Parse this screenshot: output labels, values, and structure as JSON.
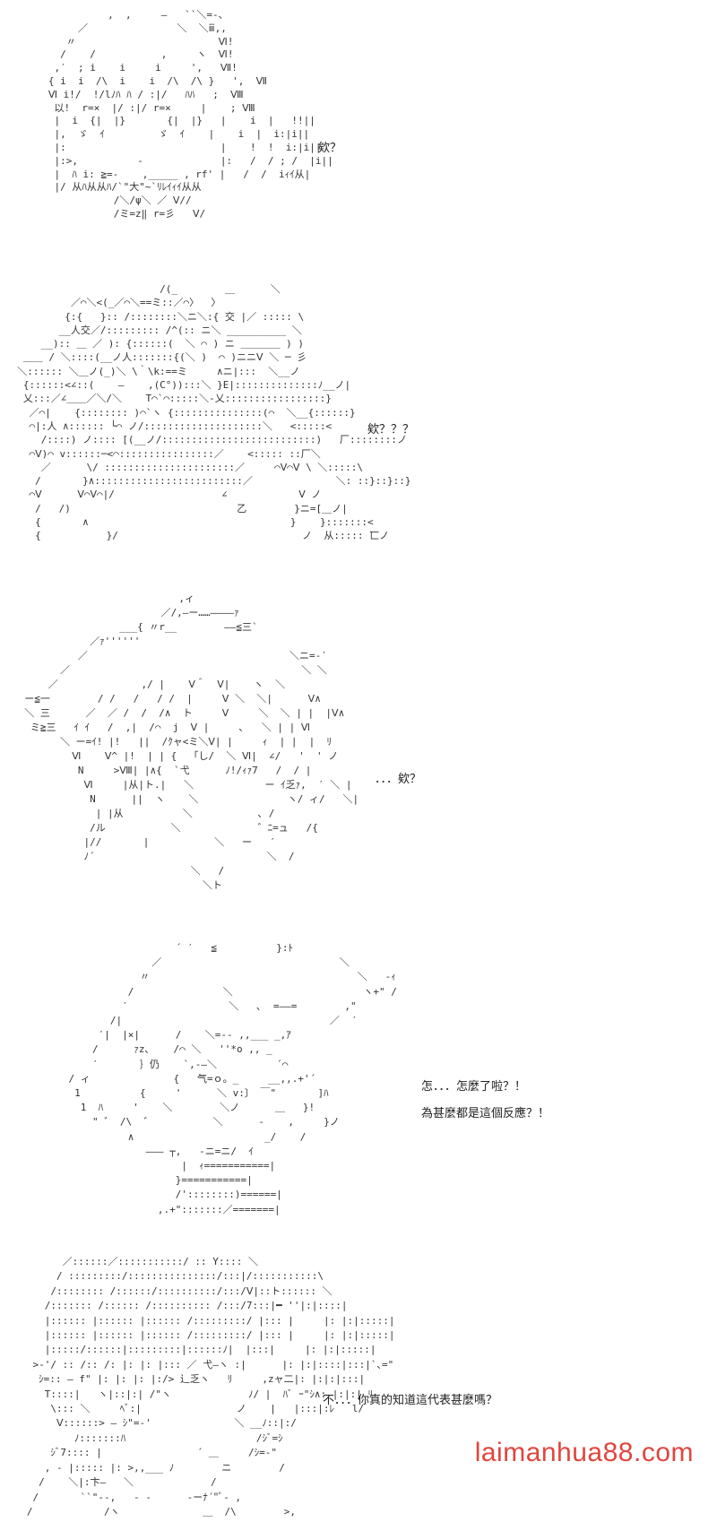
{
  "colors": {
    "watermark": "#e0463e",
    "text": "#222222",
    "background": "#ffffff"
  },
  "panels": [
    {
      "art": "             ,  ,     ―   ``＼=-、\n        ／               ＼  ＼ⅲ,,\n      〃                        Ⅵ!\n     /    /           ,     ヽ  Ⅵ!\n    ,′  ; i    i     i     ',   Ⅶ!\n   { i  i  /\\  i    i  /\\  /\\ }   ',  Ⅶ\n   Ⅵ i!/  !/lﾉﾊ ﾊ / :|/   ﾊﾊ   ;  Ⅷ\n    以!  r=×  |/ :|/ r=×     |    ; Ⅷ\n    |  i  {|  |}       {|  |}   |    i  |   !!||\n    |,  ゞ  ｲ         ゞ  ｲ    |    i  |  i:|i||\n    |:                          |    !  !  i:|i||\n    |:>,          -             |:   /  / ; /  |i||\n    |  ﾊ i: ≧=-    ,_____ , rf' |   /  /  iｨｲ从|\n    |/ 从ﾊ从从ﾊ/`\"大\"~`ﾘﾚｲｨｲ从从\n              /＼/ψ＼ ／ Ⅴ//\n              /ミ=z‖ r=彡   Ⅴ/",
      "text": [
        "欸？"
      ]
    },
    {
      "art": "                          /(_        ＿      ＼\n           ／⌒＼<(_／⌒＼==ミ::／⌒〉  〉\n          {:{   }:: /::::::::＼ニ＼:{ 交 |／ ::::: \\\n         __人交／/::::::::: /^(:: ニ＼ __________ ＼\n      __):: ＿ ／ ): {::::::(  ＼ ⌒ ) ニ ＿＿＿＿ ) )\n   ＿＿ / ＼::::(__ノ人:::::::{(＼ )  ⌒ )ニニⅤ ＼ ─ 彡\n  ＼:::::: ＼＿ノ(_)＼ \\｀\\k:==ミ     ∧ニ|:::  ＼__ノ\n   {::::::<∠::(    ―    ,(C°)):::＼ }E|::::::::::::::ﾉ__ノ|\n   乂:::／∠＿＿／＼/＼    T⌒`⌒:::::＼-乂:::::::::::::::::}\n    ／⌒|    {:::::::: )⌒`ヽ {:::::::::::::::(⌒  ＼__{::::::}\n    ⌒|:人 ∧:::::: └⌒ ノ/::::::::::::::::::::＼   <:::::<\n      /::::) ノ:::: [(__ノ/::::::::::::::::::::::::::)   厂::::::::ノ\n    ⌒Ⅴ)⌒ v::::::─<⌒::::::::::::::::／    <::::: ::厂＼\n      ／      \\/ ::::::::::::::::::::::／     ⌒Ⅴ⌒Ⅴ \\ ＼:::::\\\n     /       }∧:::::::::::::::::::::::::／              ＼: ::}::}::}\n    ⌒Ⅴ      Ⅴ⌒Ⅴ⌒|/                  ∠            Ⅴ ノ\n     /   /)                            乙        }ニ=[＿ノ|\n     {       ∧                                  }    }:::::::<\n     {           }/                               ノ  从::::: 匸ノ",
      "text": [
        "欸？？？"
      ]
    },
    {
      "art": "                            ,ィ\n                         ／/,―ー……――――ｧ\n                  ___{ 〃r__        ――≦三`\n             ／ｧ''''''\n           ／                                  ＼ニ=-′\n        ／                                       ＼ ＼\n      ／              ,/ |    Ⅴ＾  Ⅴ|    ヽ  ＼\n  ー≦一        / /   /   / /  |     Ⅴ ＼  ＼|      Ⅴ∧\n  ＼ 三      ／  ／ /  /  /∧  ト     Ⅴ     ＼  ＼ | |  |Ⅴ∧\n   ミ≧三   ｲ ｲ   /  ,|  /⌒  j  Ⅴ |     ､   ＼ | | Ⅵ\n        ＼ ー=ｲ! |!   ||  /ｸャ<ミ＼Ⅴ| |     ｨ  | |  |  ﾘ\n          Ⅵ    Ⅴ^ |!  | | {  「し/  ＼ Ⅵ|  ∠/   '  ' ノ\n           N     >Ⅷ| |∧{  `弋      ﾉ!/ｨｧ7   /  / |\n            Ⅵ     |从|ト.|   ＼            ー ｲ乏ｧ,  ′ ＼ |\n             N      ||  ヽ    ＼               ヽ/ ィ/   ＼|\n              | |从          ＼           ､ /\n             /ル           ＼             ゛ﾆ=ュ   /{\n            |//       |           ＼   ー   ′\n            ﾉ´                             ＼  /\n                              ＼   /\n                                ＼ト",
      "text": [
        "．．．欸？"
      ]
    },
    {
      "art": "                      ´ ′   ≦          }:ﾄ\n                  ／                              ＼\n                〃                                   ＼   -ｨ\n              /               ＼                      ヽ+\" /\n             ′                 ＼   ､  =――=        ,\"\n           /|                                   ／  ′\n         ′|  |×|      /    ＼=-- ,,___ _,ｱ\n        /      ｧz､    /⌒ ＼   ''*o ,, _\n        ′       ｝仍    `,-―＼          ´⌒\n    / ィ              {   气=ｏ。_     __,,.+'´\n     1          {     '      ＼ v:〕 ￣\"       ]ﾊ\n      1  ﾊ     '    ＼        ＼ノ      ＿   }!\n        \" ゛ /\\  ゛          ＼      -    ,     }ノ\n              ∧                      _/    /\n                 ――― ┬,   -ニ=ニ/  ｲ\n                       |  ｨ===========|\n                      }===========|\n                      /'::::::::)======|\n                   ,.+\":::::::／=======|",
      "text": [
        "怎．．．怎麼了啦？！",
        "為甚麼都是這個反應？！"
      ]
    },
    {
      "art": "         ／::::::／:::::::::::/ :: Y:::: ＼\n        / :::::::::/:::::::::::::::/:::|/:::::::::::\\\n       /:::::::: /::::::/::::::::::/:::/Ⅴ|::ト:::::: ＼\n      /::::::: /:::::: /:::::::::: /:::/7:::|━ ''|:|::::|\n      |:::::: |:::::: |:::::: /:::::::::/ |::: |     |: |:|:::::|\n      |:::::: |:::::: |:::::: /:::::::::/ |::: |     |: |:|:::::|\n      |:::::/::::::|:::::::::|::::::ﾉ|  |:::|     |: |:|:::::|\n    >-'/ :: /:: /: |: |: |::: ／ 弋―ヽ :|      |: |:|::::|:::|`､=\"\n     ｼ=:: ― f\" |: |: |: |:/> 辶乏ヽ   ﾘ     ,zャ二|: |:|:|:::|\n      T::::|   ヽ|::|:| /\"ヽ             ﾉ/ |  ﾊﾞ ｰ\"ｼ∧: |:|:| ﾘ\n       \\::: ＼     ﾍﾞ:|                ノ    |   |:::|:ﾚ   l/\n        Ⅴ::::::> ― ｼ\"=-'              ＼ __ﾉ::|:/\n           ﾉ:::::::ﾊ                      /ｼﾞ=ｼ\n       ｼﾞ7:::: |                ´ ＿     /ｼ=-\"\n      , - |::::: |: >,,___ ﾉ        ニ        /\n     /    ＼|:卞―   ＼             /\n    /       ``\"--,   - -      -ーﾅ´\"ﾞ- ,\n   /            /ヽ              ＿  /\\        >,",
      "text": [
        "不．．．你真的知道這代表甚麼嗎？"
      ]
    }
  ],
  "watermark": "laimanhua88.com"
}
